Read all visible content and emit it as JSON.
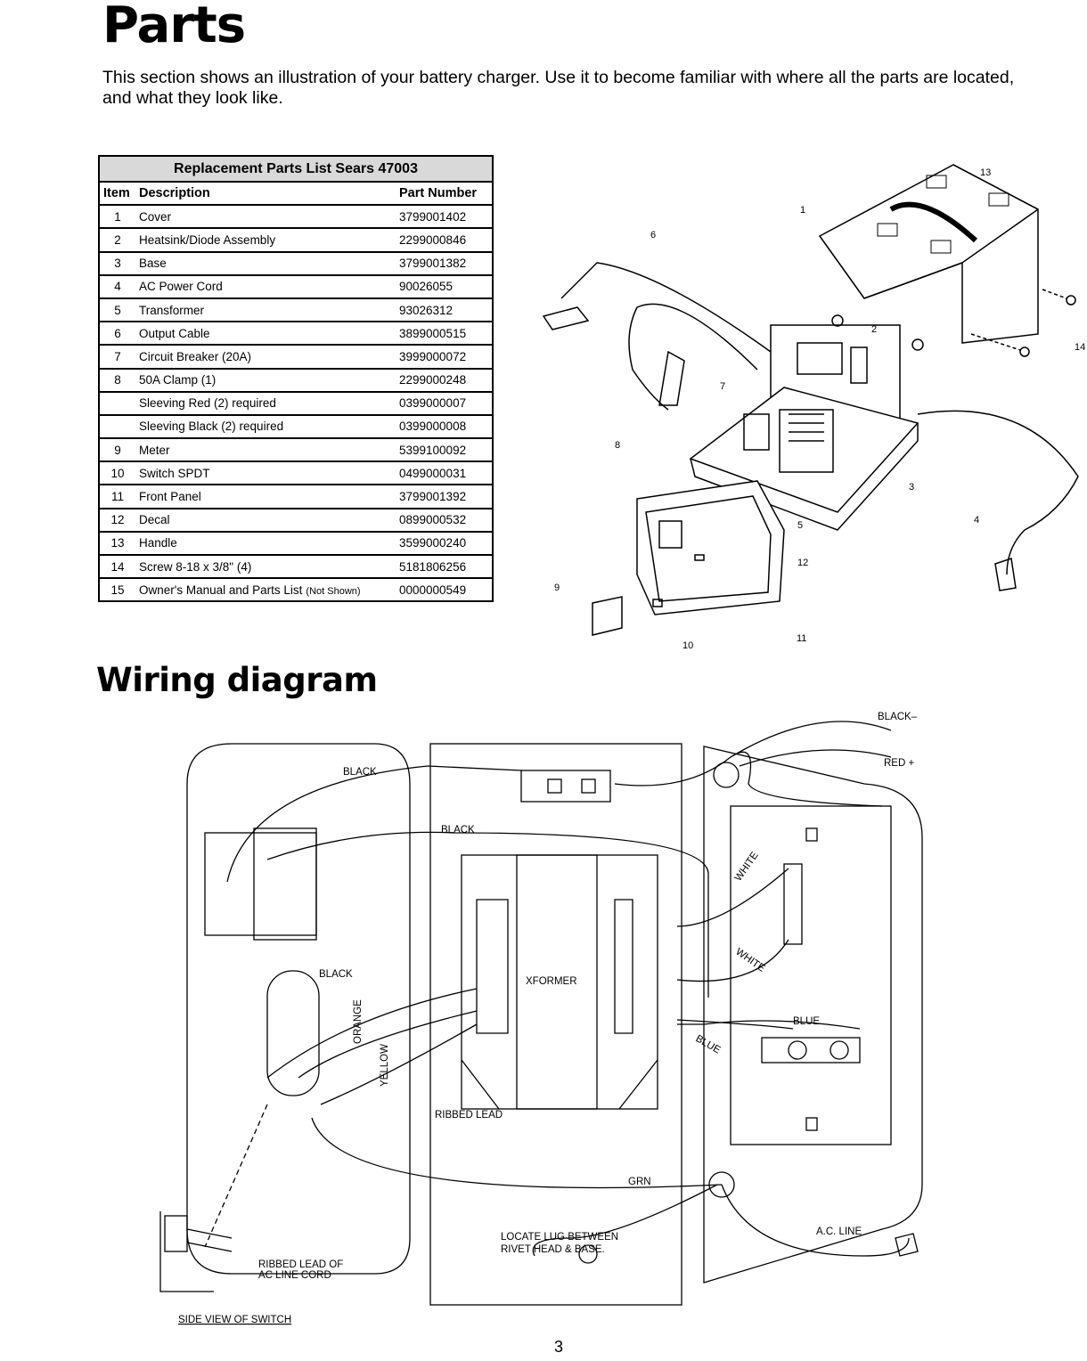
{
  "title": "Parts",
  "intro": "This section shows an illustration of your battery charger. Use it to become familiar with where all the parts are located, and what they look like.",
  "parts_table": {
    "caption": "Replacement Parts List Sears 47003",
    "headers": {
      "item": "Item",
      "description": "Description",
      "part_number": "Part Number"
    },
    "rows": [
      {
        "item": "1",
        "description": "Cover",
        "part": "3799001402"
      },
      {
        "item": "2",
        "description": "Heatsink/Diode Assembly",
        "part": "2299000846"
      },
      {
        "item": "3",
        "description": "Base",
        "part": "3799001382"
      },
      {
        "item": "4",
        "description": "AC Power Cord",
        "part": "90026055"
      },
      {
        "item": "5",
        "description": "Transformer",
        "part": "93026312"
      },
      {
        "item": "6",
        "description": "Output Cable",
        "part": "3899000515"
      },
      {
        "item": "7",
        "description": "Circuit Breaker (20A)",
        "part": "3999000072"
      },
      {
        "item": "8",
        "description": "50A Clamp (1)",
        "part": "2299000248"
      },
      {
        "item": "",
        "description": "Sleeving Red (2) required",
        "part": "0399000007"
      },
      {
        "item": "",
        "description": "Sleeving Black (2) required",
        "part": "0399000008"
      },
      {
        "item": "9",
        "description": "Meter",
        "part": "5399100092"
      },
      {
        "item": "10",
        "description": "Switch SPDT",
        "part": "0499000031"
      },
      {
        "item": "11",
        "description": "Front Panel",
        "part": "3799001392"
      },
      {
        "item": "12",
        "description": "Decal",
        "part": "0899000532"
      },
      {
        "item": "13",
        "description": "Handle",
        "part": "3599000240"
      },
      {
        "item": "14",
        "description": "Screw 8-18 x 3/8\" (4)",
        "part": "5181806256"
      },
      {
        "item": "15",
        "description": "Owner's Manual  and Parts List",
        "note": "(Not Shown)",
        "part": "0000000549"
      }
    ]
  },
  "exploded_callouts": [
    "1",
    "2",
    "3",
    "4",
    "5",
    "6",
    "7",
    "8",
    "9",
    "10",
    "11",
    "12",
    "13",
    "14"
  ],
  "wiring_title": "Wiring diagram",
  "wiring_labels": {
    "black_out": "BLACK–",
    "red_out": "RED +",
    "black_top": "BLACK",
    "black_mid": "BLACK",
    "black_switch": "BLACK",
    "orange": "ORANGE",
    "yellow": "YELLOW",
    "xformer": "XFORMER",
    "white_1": "WHITE",
    "white_2": "WHITE",
    "blue_1": "BLUE",
    "blue_2": "BLUE",
    "ribbed_lead": "RIBBED LEAD",
    "grn": "GRN",
    "ac_line": "A.C. LINE",
    "locate_1": "LOCATE LUG BETWEEN",
    "locate_2": "RIVET HEAD & BASE.",
    "ribbed_cord_1": "RIBBED LEAD OF",
    "ribbed_cord_2": "AC LINE CORD",
    "side_view": "SIDE VIEW OF SWITCH"
  },
  "page_number": "3"
}
